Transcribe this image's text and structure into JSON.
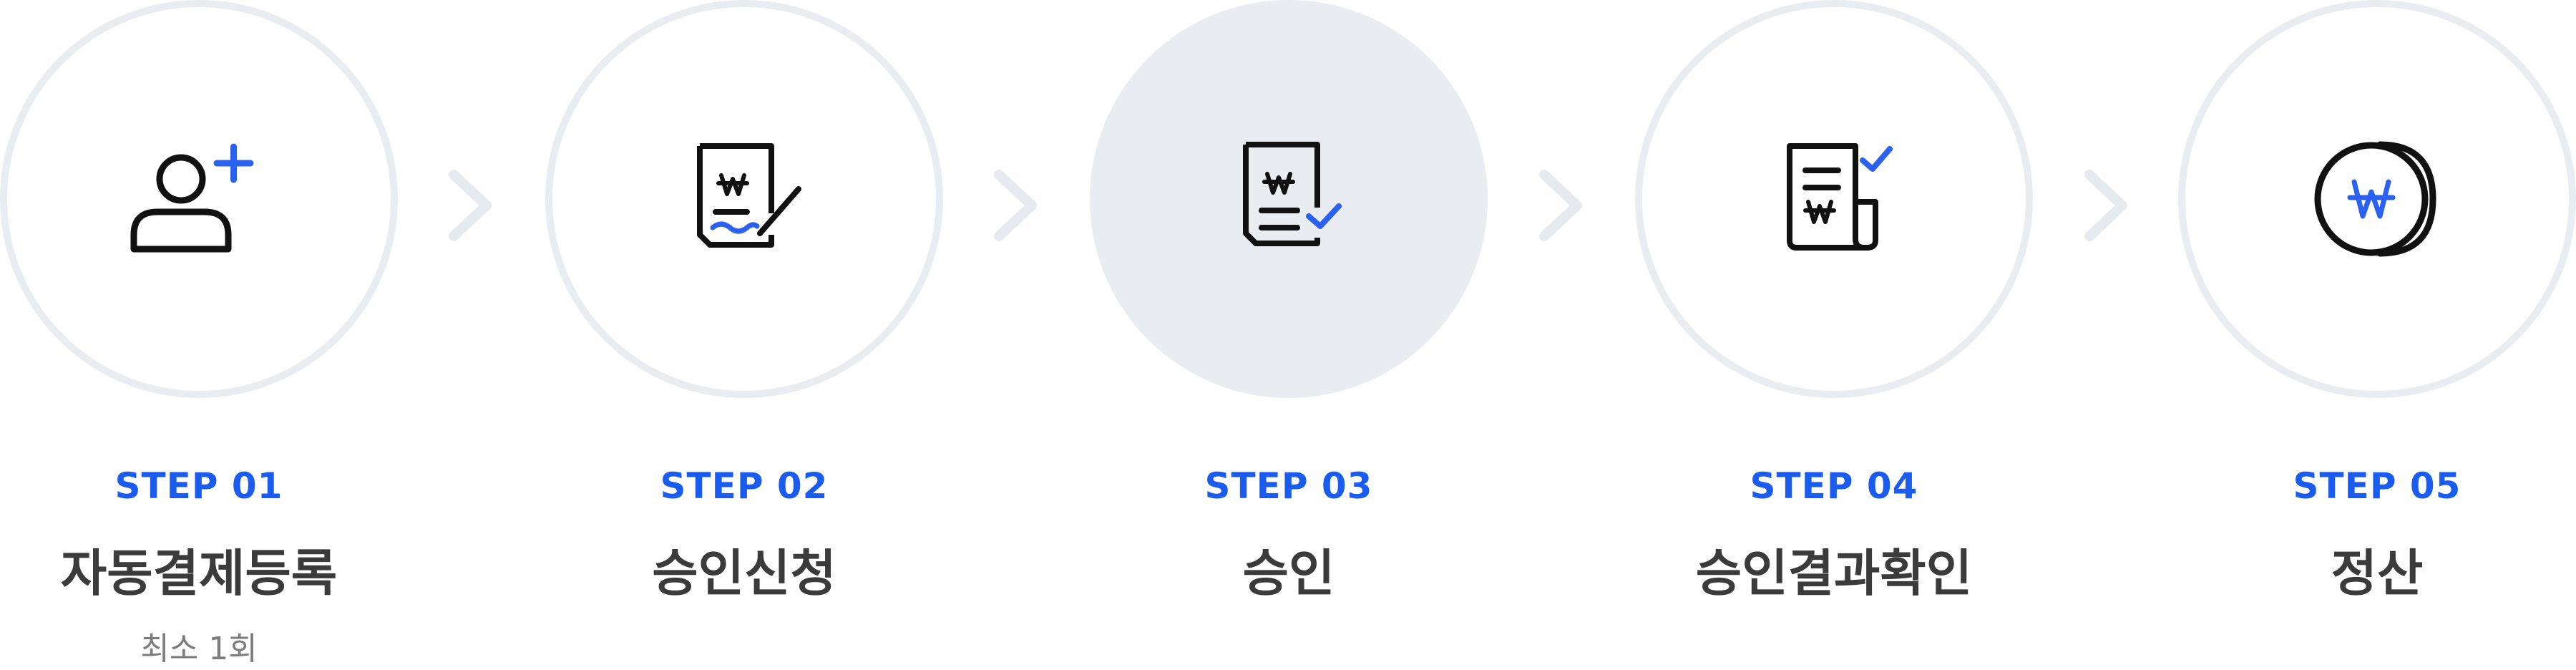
{
  "colors": {
    "accent": "#1a5cf0",
    "circle": "#e9edf2",
    "title": "#3b3b3b",
    "note": "#7b7b7b",
    "icon": "#111111"
  },
  "steps": [
    {
      "number": "STEP 01",
      "title": "자동결제등록",
      "note": "최소 1회",
      "icon": "user-add-icon",
      "active": false
    },
    {
      "number": "STEP 02",
      "title": "승인신청",
      "icon": "document-sign-icon",
      "active": false
    },
    {
      "number": "STEP 03",
      "title": "승인",
      "icon": "document-check-icon",
      "active": true
    },
    {
      "number": "STEP 04",
      "title": "승인결과확인",
      "icon": "receipt-check-icon",
      "active": false
    },
    {
      "number": "STEP 05",
      "title": "정산",
      "icon": "coin-won-icon",
      "active": false
    }
  ]
}
